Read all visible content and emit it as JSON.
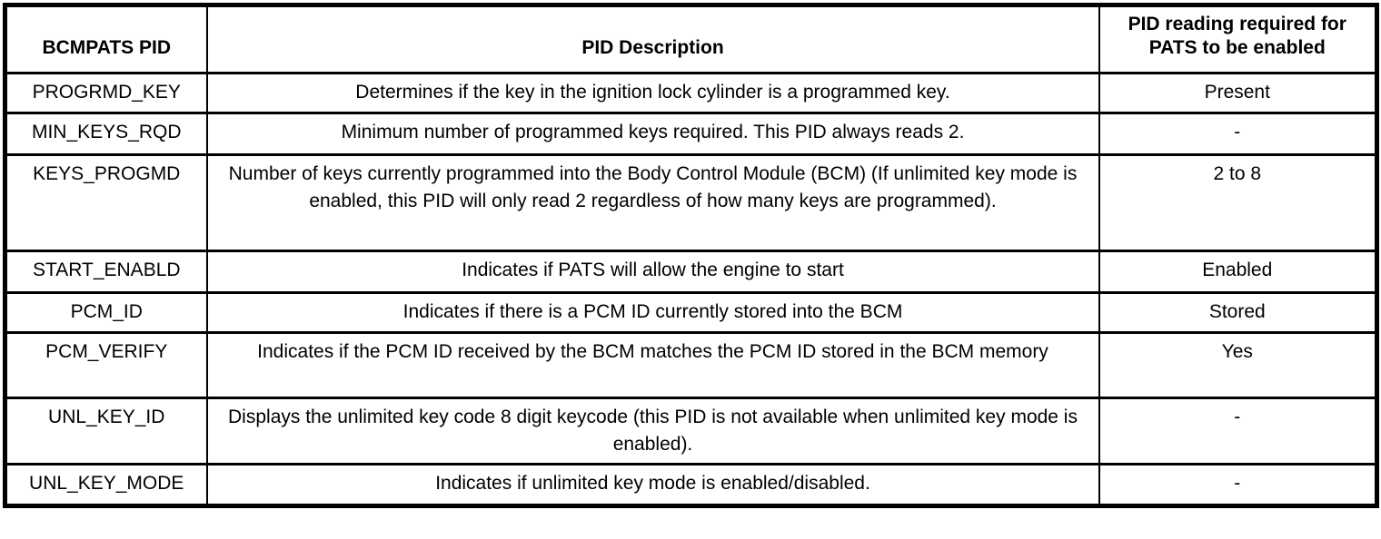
{
  "table": {
    "columns": [
      {
        "label": "BCMPATS PID"
      },
      {
        "label": "PID Description"
      },
      {
        "label": "PID reading required for PATS to be enabled"
      }
    ],
    "rows": [
      {
        "pid": "PROGRMD_KEY",
        "description": "Determines if the key in the ignition lock cylinder is a programmed key.",
        "reading": "Present"
      },
      {
        "pid": "MIN_KEYS_RQD",
        "description": "Minimum number of programmed keys required. This PID always reads 2.",
        "reading": "-"
      },
      {
        "pid": "KEYS_PROGMD",
        "description": "Number of keys currently programmed into the Body Control Module (BCM) (If unlimited key mode is enabled, this PID will only read 2 regardless of how many keys are programmed).",
        "reading": "2 to 8"
      },
      {
        "pid": "START_ENABLD",
        "description": "Indicates if PATS will allow the engine to start",
        "reading": "Enabled"
      },
      {
        "pid": "PCM_ID",
        "description": "Indicates if there is a PCM ID currently stored into the BCM",
        "reading": "Stored"
      },
      {
        "pid": "PCM_VERIFY",
        "description": "Indicates if the PCM ID received by the BCM matches the PCM ID stored in the BCM memory",
        "reading": "Yes"
      },
      {
        "pid": "UNL_KEY_ID",
        "description": "Displays the unlimited key code 8 digit keycode (this PID is not available when unlimited key mode is enabled).",
        "reading": "-"
      },
      {
        "pid": "UNL_KEY_MODE",
        "description": "Indicates if unlimited key mode is enabled/disabled.",
        "reading": "-"
      }
    ],
    "text_color": "#000000",
    "border_color": "#000000",
    "background_color": "#ffffff"
  }
}
